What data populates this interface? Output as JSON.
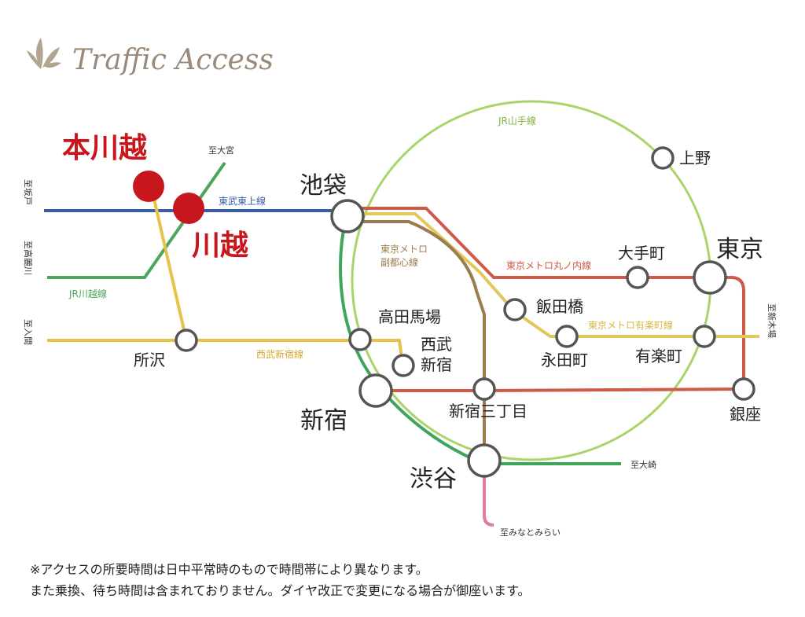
{
  "header": {
    "title": "Traffic Access",
    "logo_icon": "leaf-ornament-icon",
    "title_color": "#9a8a7a"
  },
  "colors": {
    "tobu_tojo": "#3a5ea8",
    "jr_kawagoe": "#4aa65a",
    "seibu_shinjuku": "#e7c24a",
    "jr_yamanote": "#a9d46b",
    "saikyo": "#3fa659",
    "metro_fukutoshin": "#9b7c4f",
    "metro_marunouchi": "#cf5a47",
    "metro_yurakucho": "#e0c85a",
    "tokyu_toyoko": "#e07aa0",
    "highlight_station": "#c8161d",
    "station_ring": "#555555"
  },
  "highlight": {
    "hon_kawagoe": "本川越",
    "kawagoe": "川越"
  },
  "stations": {
    "ikebukuro": "池袋",
    "ueno": "上野",
    "tokyo": "東京",
    "otemachi": "大手町",
    "iidabashi": "飯田橋",
    "nagatacho": "永田町",
    "yurakucho": "有楽町",
    "ginza": "銀座",
    "takadanobaba": "高田馬場",
    "seibu_shinjuku": "西武新宿",
    "shinjuku": "新宿",
    "shinjuku_sanchome": "新宿三丁目",
    "shibuya": "渋谷",
    "tokorozawa": "所沢"
  },
  "lines": {
    "tobu_tojo": "東武東上線",
    "jr_kawagoe": "JR川越線",
    "seibu_shinjuku": "西武新宿線",
    "jr_yamanote": "JR山手線",
    "metro_fukutoshin": "東京メトロ副都心線",
    "metro_marunouchi": "東京メトロ丸ノ内線",
    "metro_yurakucho": "東京メトロ有楽町線"
  },
  "directions": {
    "to_omiya": "至大宮",
    "to_sakado": "至坂戸",
    "to_komagawa": "至高麗川",
    "to_iruma": "至入間",
    "to_shinkiba": "至新木場",
    "to_osaki": "至大崎",
    "to_minatomirai": "至みなとみらい"
  },
  "notes": {
    "line1": "※アクセスの所要時間は日中平常時のもので時間帯により異なります。",
    "line2": "また乗換、待ち時間は含まれておりません。ダイヤ改正で変更になる場合が御座います。"
  }
}
